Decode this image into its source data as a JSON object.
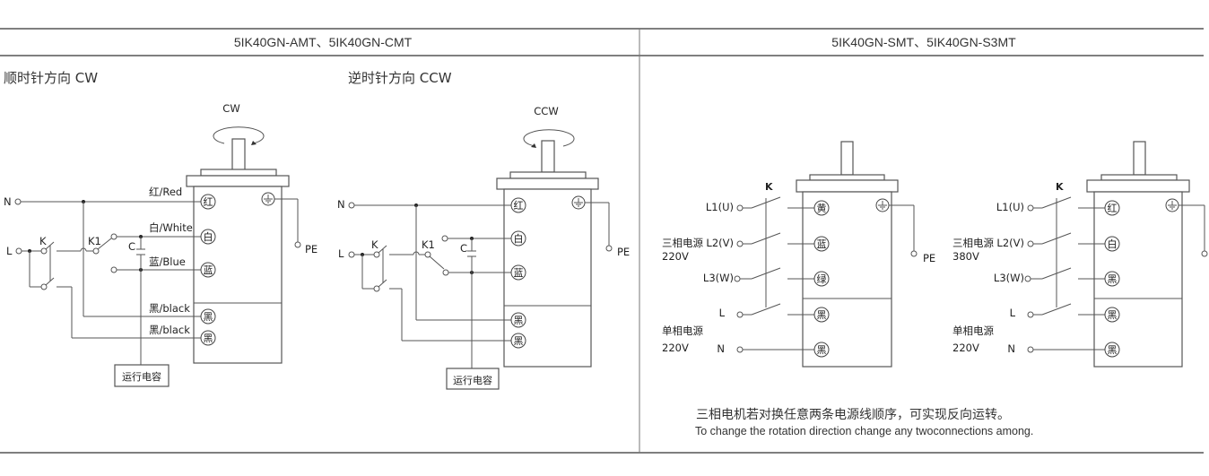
{
  "header": {
    "left_title": "5IK40GN-AMT、5IK40GN-CMT",
    "right_title": "5IK40GN-SMT、5IK40GN-S3MT"
  },
  "left_panel": {
    "cw": {
      "subtitle": "顺时针方向 CW",
      "rotation_label": "CW",
      "supply": {
        "n": "N",
        "l": "L"
      },
      "switches": {
        "k": "K",
        "k1": "K1",
        "c": "C"
      },
      "wires": [
        {
          "terminal": "红",
          "label": "红/Red"
        },
        {
          "terminal": "白",
          "label": "白/White"
        },
        {
          "terminal": "蓝",
          "label": "蓝/Blue"
        },
        {
          "terminal": "黑",
          "label": "黑/black"
        },
        {
          "terminal": "黑",
          "label": "黑/black"
        }
      ],
      "ground": "PE",
      "capacitor_box": "运行电容"
    },
    "ccw": {
      "subtitle": "逆时针方向 CCW",
      "rotation_label": "CCW",
      "supply": {
        "n": "N",
        "l": "L"
      },
      "switches": {
        "k": "K",
        "k1": "K1",
        "c": "C"
      },
      "terminals": [
        "红",
        "白",
        "蓝",
        "黑",
        "黑"
      ],
      "ground": "PE",
      "capacitor_box": "运行电容"
    }
  },
  "right_panel": {
    "motor_220": {
      "switch": "K",
      "three_phase_label": "三相电源",
      "three_phase_voltage": "220V",
      "lines": [
        "L1(U)",
        "L2(V)",
        "L3(W)",
        "L",
        "N"
      ],
      "terminals": [
        "黄",
        "蓝",
        "绿",
        "黑",
        "黑"
      ],
      "single_phase_label": "单相电源",
      "single_phase_voltage": "220V",
      "ground": "PE"
    },
    "motor_380": {
      "switch": "K",
      "three_phase_label": "三相电源",
      "three_phase_voltage": "380V",
      "lines": [
        "L1(U)",
        "L2(V)",
        "L3(W)",
        "L",
        "N"
      ],
      "terminals": [
        "红",
        "白",
        "黑",
        "黑",
        "黑"
      ],
      "single_phase_label": "单相电源",
      "single_phase_voltage": "220V"
    },
    "note_cn": "三相电机若对换任意两条电源线顺序，可实现反向运转。",
    "note_en": "To change the rotation direction change any twoconnections among."
  }
}
